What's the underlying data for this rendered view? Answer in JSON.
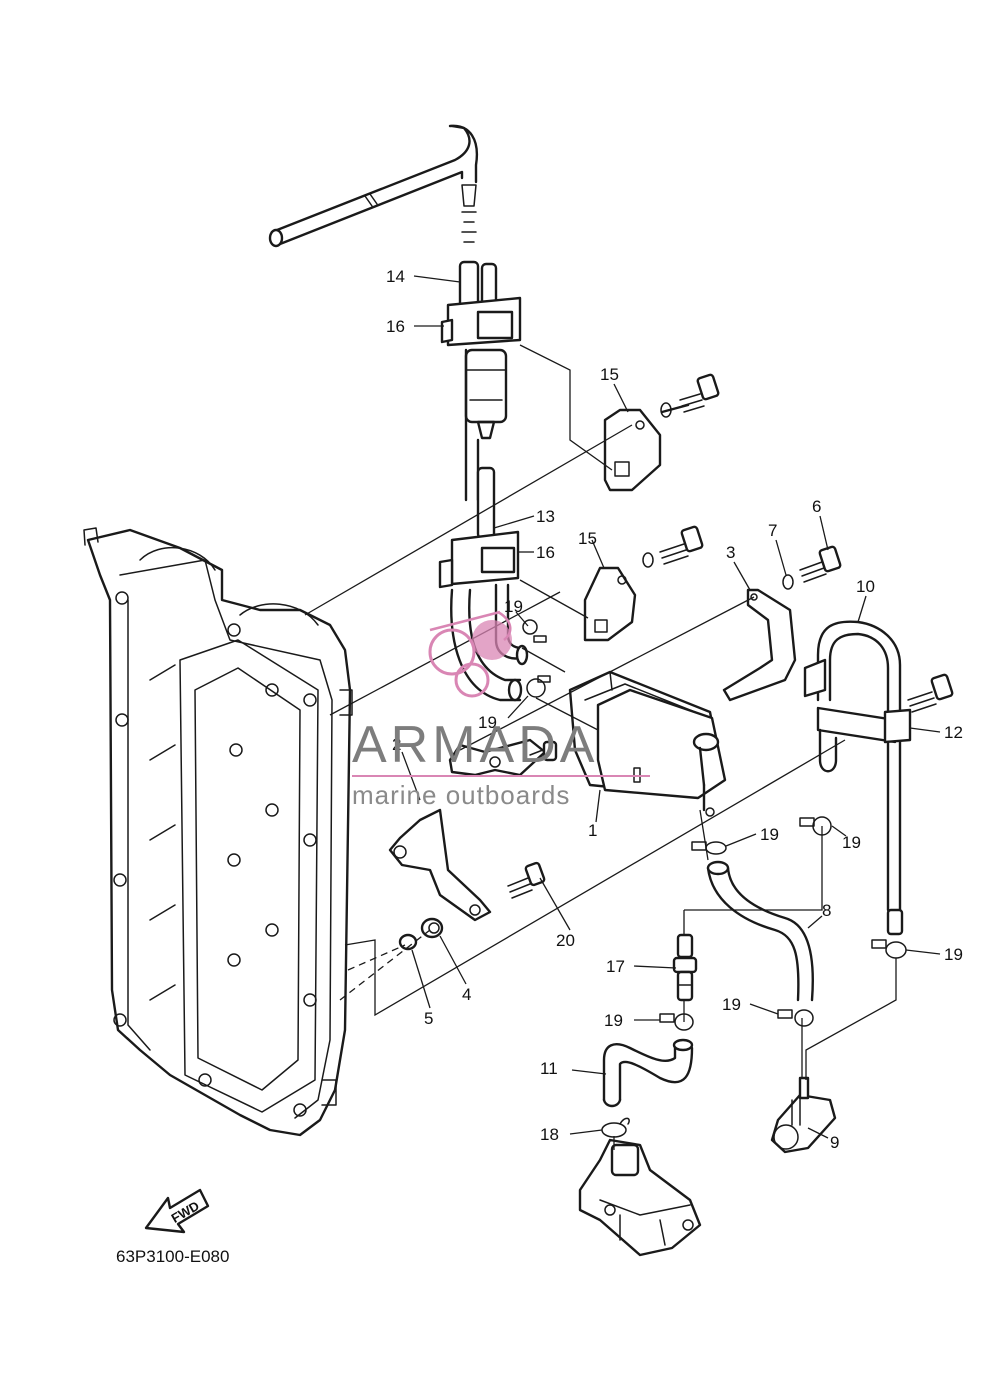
{
  "diagram": {
    "figure_code": "63P3100-E080",
    "direction_label": "FWD",
    "callouts": [
      {
        "id": "c1",
        "label": "1"
      },
      {
        "id": "c2",
        "label": "2"
      },
      {
        "id": "c3",
        "label": "3"
      },
      {
        "id": "c4",
        "label": "4"
      },
      {
        "id": "c5",
        "label": "5"
      },
      {
        "id": "c6",
        "label": "6"
      },
      {
        "id": "c7",
        "label": "7"
      },
      {
        "id": "c8",
        "label": "8"
      },
      {
        "id": "c9",
        "label": "9"
      },
      {
        "id": "c10",
        "label": "10"
      },
      {
        "id": "c11",
        "label": "11"
      },
      {
        "id": "c12",
        "label": "12"
      },
      {
        "id": "c13",
        "label": "13"
      },
      {
        "id": "c14",
        "label": "14"
      },
      {
        "id": "c15a",
        "label": "15"
      },
      {
        "id": "c15b",
        "label": "15"
      },
      {
        "id": "c16a",
        "label": "16"
      },
      {
        "id": "c16b",
        "label": "16"
      },
      {
        "id": "c17",
        "label": "17"
      },
      {
        "id": "c18",
        "label": "18"
      },
      {
        "id": "c19a",
        "label": "19"
      },
      {
        "id": "c19b",
        "label": "19"
      },
      {
        "id": "c19c",
        "label": "19"
      },
      {
        "id": "c19d",
        "label": "19"
      },
      {
        "id": "c19e",
        "label": "19"
      },
      {
        "id": "c19f",
        "label": "19"
      },
      {
        "id": "c19g",
        "label": "19"
      },
      {
        "id": "c20",
        "label": "20"
      }
    ]
  },
  "watermark": {
    "brand": "ARMADA",
    "tagline": "marine outboards",
    "color": "#d986b4"
  }
}
